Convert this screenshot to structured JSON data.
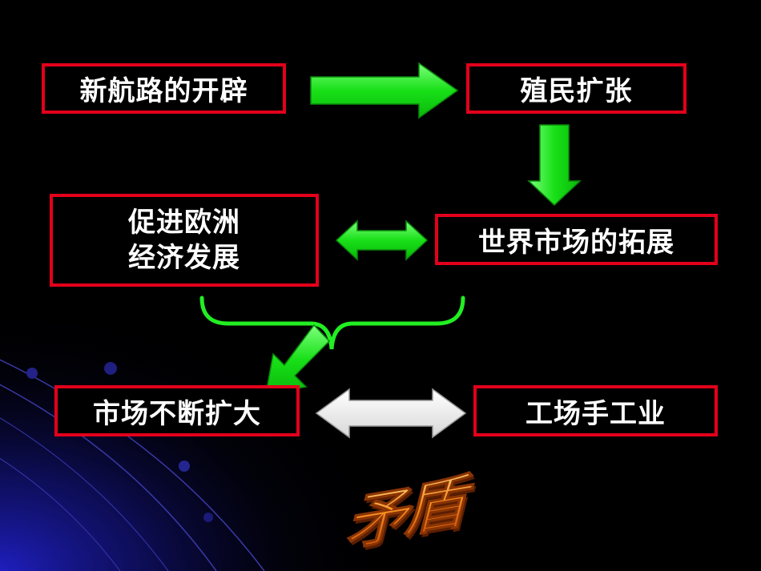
{
  "slide": {
    "background": "#000000",
    "box_border_color": "#e3001b",
    "arrow_color": "#22ee22",
    "double_arrow_white": "#ffffff",
    "accent_orange": "#f07818"
  },
  "nodes": {
    "new_sea_route": "新航路的开辟",
    "colonial_expansion": "殖民扩张",
    "promote_europe_line1": "促进欧洲",
    "promote_europe_line2": "经济发展",
    "world_market": "世界市场的拓展",
    "market_expand": "市场不断扩大",
    "workshop_industry": "工场手工业"
  },
  "contradiction": {
    "text": "矛盾",
    "char1": "矛",
    "char2": "盾"
  }
}
